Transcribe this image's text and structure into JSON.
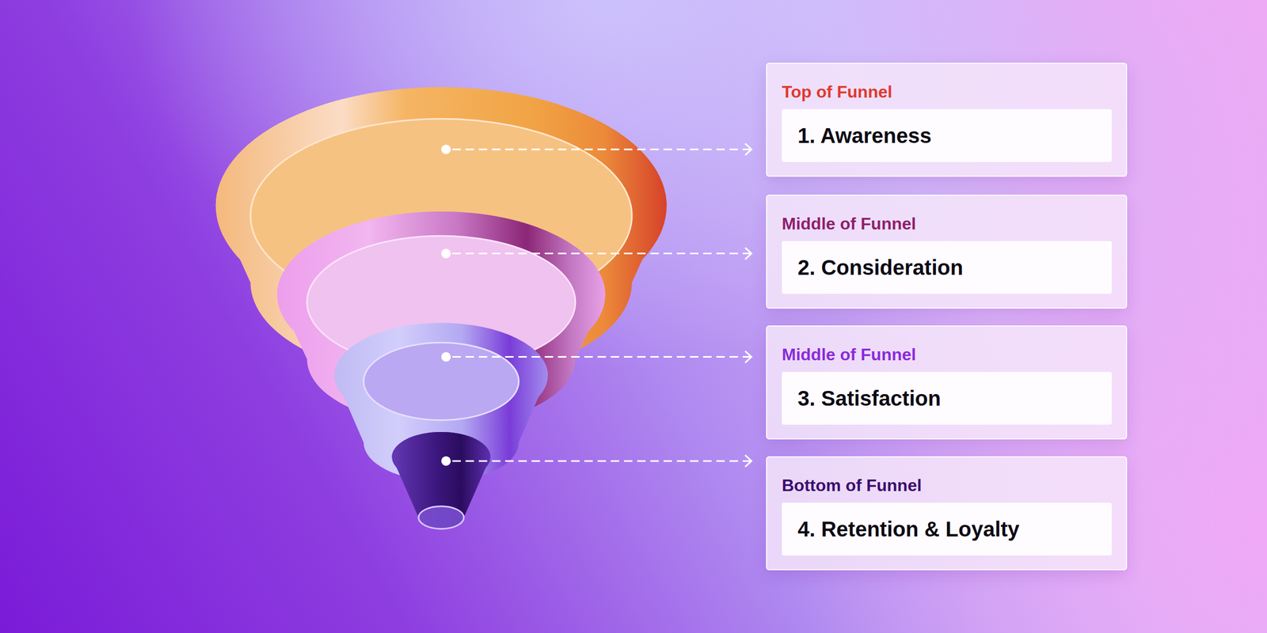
{
  "diagram": {
    "nodes": [
      {
        "text": [
          "Top of Funnel",
          "1. Awareness"
        ]
      },
      {
        "text": [
          "Middle of Funnel",
          "2. Consideration"
        ]
      },
      {
        "text": [
          "Middle of Funnel",
          "3. Satisfaction"
        ]
      },
      {
        "text": [
          "Bottom of Funnel",
          "4. Retention & Loyalty"
        ]
      }
    ]
  }
}
